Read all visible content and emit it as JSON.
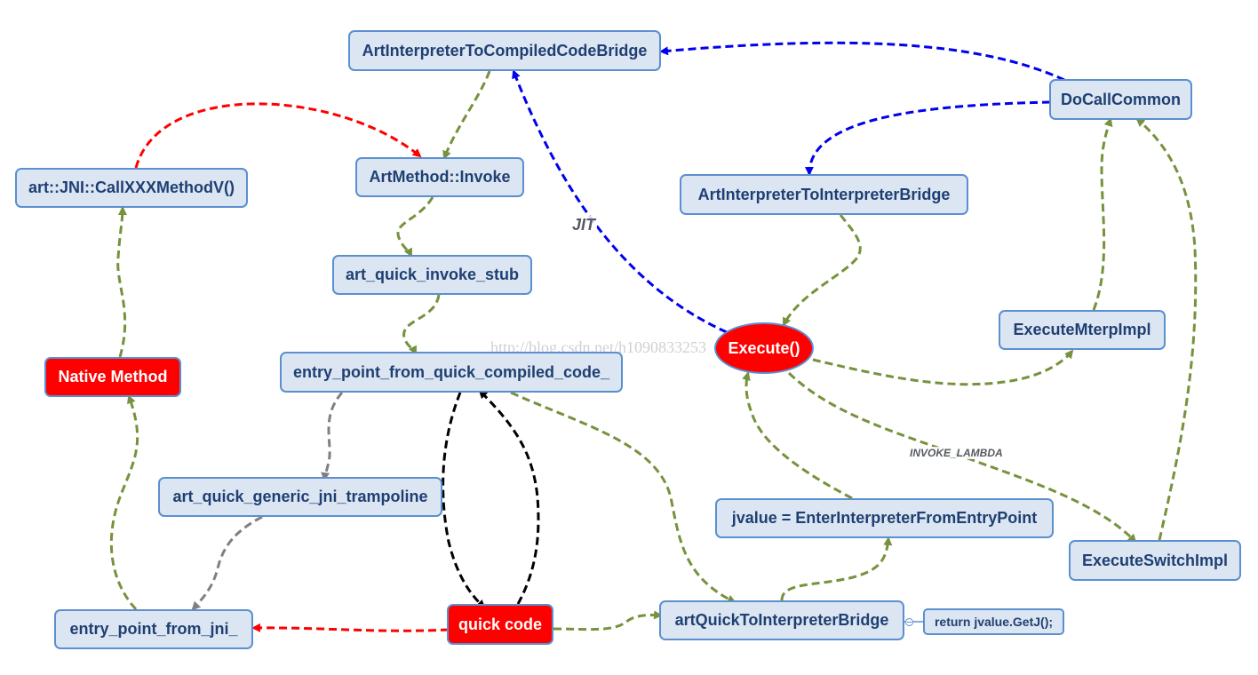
{
  "diagram": {
    "colors": {
      "node_fill": "#dce6f2",
      "node_border": "#5b8fd0",
      "node_text": "#1f3f73",
      "highlight_fill": "#ff0000",
      "green": "#76923c",
      "blue": "#0000ee",
      "red": "#ff0000",
      "black": "#000000",
      "gray": "#808080"
    },
    "nodes": {
      "bridge_compiled": "ArtInterpreterToCompiledCodeBridge",
      "docall": "DoCallCommon",
      "jni_call": "art::JNI::CallXXXMethodV()",
      "method_invoke": "ArtMethod::Invoke",
      "bridge_interp": "ArtInterpreterToInterpreterBridge",
      "invoke_stub": "art_quick_invoke_stub",
      "native_method": "Native Method",
      "entry_compiled": "entry_point_from_quick_compiled_code_",
      "execute": "Execute()",
      "mterp": "ExecuteMterpImpl",
      "trampoline": "art_quick_generic_jni_trampoline",
      "enter_interp": "jvalue = EnterInterpreterFromEntryPoint",
      "switch_impl": "ExecuteSwitchImpl",
      "entry_jni": "entry_point_from_jni_",
      "quick_code": "quick code",
      "to_interp": "artQuickToInterpreterBridge",
      "return_stmt": "return jvalue.GetJ();"
    },
    "edge_labels": {
      "jit": "JIT",
      "invoke_lambda": "INVOKE_LAMBDA"
    },
    "edges": [
      {
        "from": "docall",
        "to": "bridge_compiled",
        "color": "blue"
      },
      {
        "from": "docall",
        "to": "bridge_interp",
        "color": "blue"
      },
      {
        "from": "execute",
        "to": "bridge_compiled",
        "color": "blue",
        "label": "JIT"
      },
      {
        "from": "bridge_compiled",
        "to": "method_invoke",
        "color": "green"
      },
      {
        "from": "jni_call",
        "to": "method_invoke",
        "color": "red"
      },
      {
        "from": "method_invoke",
        "to": "invoke_stub",
        "color": "green"
      },
      {
        "from": "invoke_stub",
        "to": "entry_compiled",
        "color": "green"
      },
      {
        "from": "bridge_interp",
        "to": "execute",
        "color": "green"
      },
      {
        "from": "execute",
        "to": "mterp",
        "color": "green"
      },
      {
        "from": "execute",
        "to": "switch_impl",
        "color": "green",
        "label": "INVOKE_LAMBDA"
      },
      {
        "from": "mterp",
        "to": "docall",
        "color": "green"
      },
      {
        "from": "switch_impl",
        "to": "docall",
        "color": "green"
      },
      {
        "from": "enter_interp",
        "to": "execute",
        "color": "green"
      },
      {
        "from": "to_interp",
        "to": "enter_interp",
        "color": "green"
      },
      {
        "from": "entry_compiled",
        "to": "to_interp",
        "color": "green"
      },
      {
        "from": "quick_code",
        "to": "to_interp",
        "color": "green"
      },
      {
        "from": "entry_compiled",
        "to": "quick_code",
        "color": "black"
      },
      {
        "from": "quick_code",
        "to": "entry_compiled",
        "color": "black"
      },
      {
        "from": "entry_compiled",
        "to": "trampoline",
        "color": "gray"
      },
      {
        "from": "trampoline",
        "to": "entry_jni",
        "color": "gray"
      },
      {
        "from": "quick_code",
        "to": "entry_jni",
        "color": "red"
      },
      {
        "from": "entry_jni",
        "to": "native_method",
        "color": "green"
      },
      {
        "from": "native_method",
        "to": "jni_call",
        "color": "green"
      }
    ],
    "watermark": "http://blog.csdn.net/h1090833253"
  }
}
